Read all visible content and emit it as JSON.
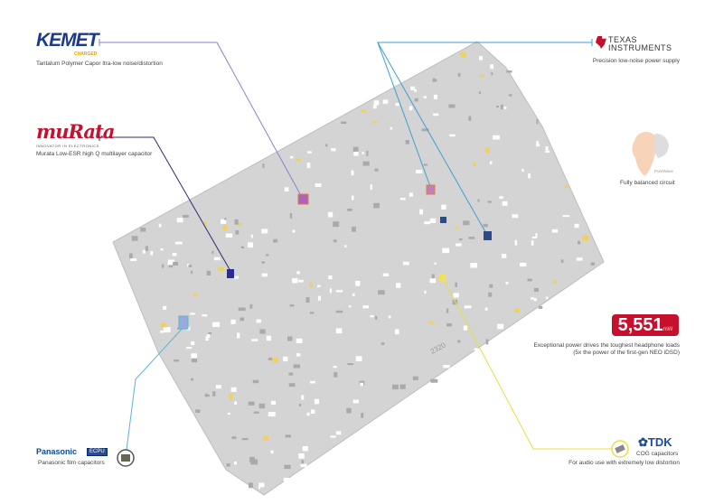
{
  "callouts": {
    "kemet": {
      "brand": "KEMET",
      "tagline": "CHARGED",
      "caption": "Tantalum Polymer Capor ltra-low noise/distortion",
      "color": "#8a7fd0"
    },
    "murata": {
      "brand": "muRata",
      "tagline": "INNOVATOR IN ELECTRONICS",
      "caption": "Murata Low-ESR high Q multilayer capacitor",
      "color": "#2a2a7a"
    },
    "ti": {
      "brand_line1": "TEXAS",
      "brand_line2": "INSTRUMENTS",
      "caption": "Precision low-noise power supply",
      "color": "#3aa0d0"
    },
    "purewave": {
      "brand": "PureWave",
      "caption": "Fully balanced circuit"
    },
    "power": {
      "value": "5,551",
      "unit": "mW",
      "caption_line1": "Exceptional power drives the toughest headphone loads",
      "caption_line2": "(5x the power of the first-gen NEO iDSD)"
    },
    "tdk": {
      "brand": "TDK",
      "caption_line1": "COG capacitors",
      "caption_line2": "For audio use with extremely low distortion",
      "color": "#e8e040"
    },
    "panasonic": {
      "brand": "Panasonic",
      "badge": "ECPU",
      "caption": "Panasonic film capacitors",
      "color": "#5bb8c8"
    }
  },
  "board": {
    "silkscreen": "2320"
  }
}
